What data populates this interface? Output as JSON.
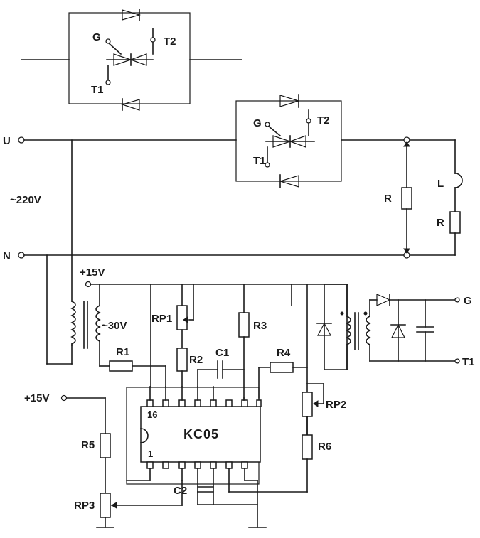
{
  "thyristor_top": {
    "gate": "G",
    "t2": "T2",
    "t1": "T1"
  },
  "thyristor_main": {
    "gate": "G",
    "t2": "T2",
    "t1": "T1"
  },
  "mains": {
    "u": "U",
    "n": "N",
    "voltage": "~220V"
  },
  "load": {
    "resistor": "R",
    "inductor": "L",
    "series_resistor": "R"
  },
  "supply": {
    "pos15_top": "+15V",
    "pos15_left": "+15V",
    "secondary": "~30V"
  },
  "components": {
    "r1": "R1",
    "r2": "R2",
    "r3": "R3",
    "r4": "R4",
    "r5": "R5",
    "r6": "R6",
    "rp1": "RP1",
    "rp2": "RP2",
    "rp3": "RP3",
    "c1": "C1",
    "c2": "C2"
  },
  "ic": {
    "name": "KC05",
    "pin16": "16",
    "pin1": "1"
  },
  "outputs": {
    "g": "G",
    "t1": "T1"
  }
}
